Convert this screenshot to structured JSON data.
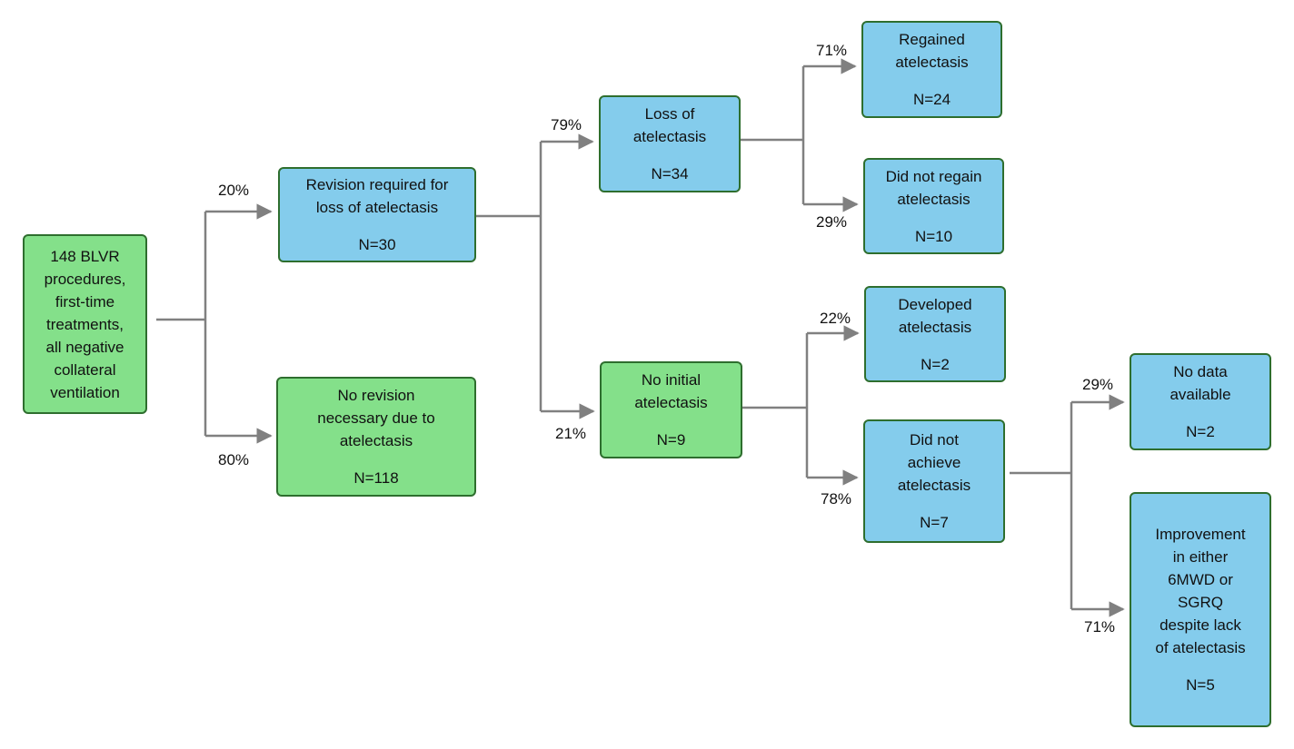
{
  "nodes": {
    "root": {
      "text": "148 BLVR\nprocedures,\nfirst-time\ntreatments,\nall negative\ncollateral\nventilation",
      "n": ""
    },
    "revision": {
      "text": "Revision required for\nloss of atelectasis",
      "n": "N=30"
    },
    "no_revision": {
      "text": "No revision\nnecessary due to\natelectasis",
      "n": "N=118"
    },
    "loss": {
      "text": "Loss of\natelectasis",
      "n": "N=34"
    },
    "no_initial": {
      "text": "No initial\natelectasis",
      "n": "N=9"
    },
    "regained": {
      "text": "Regained\natelectasis",
      "n": "N=24"
    },
    "did_not_regain": {
      "text": "Did not regain\natelectasis",
      "n": "N=10"
    },
    "developed": {
      "text": "Developed\natelectasis",
      "n": "N=2"
    },
    "did_not_achieve": {
      "text": "Did not\nachieve\natelectasis",
      "n": "N=7"
    },
    "no_data": {
      "text": "No data\navailable",
      "n": "N=2"
    },
    "improvement": {
      "text": "Improvement\nin either\n6MWD or\nSGRQ\ndespite lack\nof atelectasis",
      "n": "N=5"
    }
  },
  "percentages": {
    "to_revision": "20%",
    "to_no_revision": "80%",
    "to_loss": "79%",
    "to_no_initial": "21%",
    "to_regained": "71%",
    "to_did_not_regain": "29%",
    "to_developed": "22%",
    "to_did_not_achieve": "78%",
    "to_no_data": "29%",
    "to_improvement": "71%"
  },
  "colors": {
    "green_box": "#84e08a",
    "blue_box": "#84ccec",
    "border": "#2e6e2e",
    "connector": "#808080"
  }
}
